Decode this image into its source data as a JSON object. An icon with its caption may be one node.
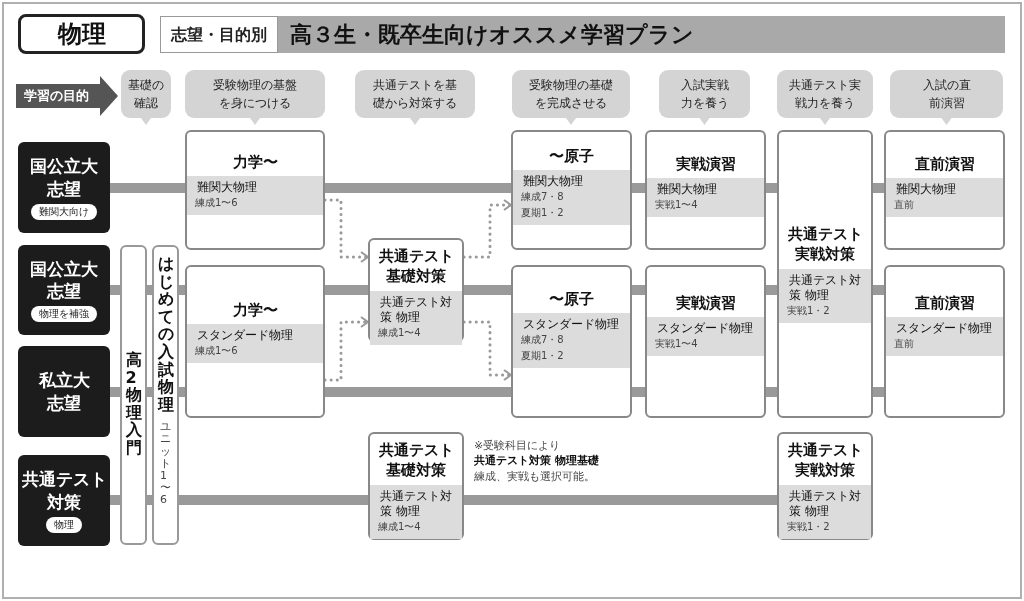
{
  "diagram": {
    "title": "高３生・既卒生向けオススメ学習プラン",
    "nodes": [
      {
        "text": [
          "物理"
        ]
      },
      {
        "text": [
          "志望・目的別"
        ]
      },
      {
        "text": [
          "学習の目的"
        ]
      },
      {
        "text": [
          "基礎の確認"
        ]
      },
      {
        "text": [
          "受験物理の基盤を身につける"
        ]
      },
      {
        "text": [
          "共通テストを基礎から対策する"
        ]
      },
      {
        "text": [
          "受験物理の基礎を完成させる"
        ]
      },
      {
        "text": [
          "入試実戦力を養う"
        ]
      },
      {
        "text": [
          "共通テスト実戦力を養う"
        ]
      },
      {
        "text": [
          "入試の直前演習"
        ]
      },
      {
        "text": [
          "国公立大志望",
          "難関大向け"
        ]
      },
      {
        "text": [
          "国公立大志望",
          "物理を補強"
        ]
      },
      {
        "text": [
          "私立大志望"
        ]
      },
      {
        "text": [
          "共通テスト対策",
          "物理"
        ]
      },
      {
        "text": [
          "高2物理入門"
        ]
      },
      {
        "text": [
          "はじめての入試物理",
          "ユニット1〜6"
        ]
      },
      {
        "text": [
          "力学〜",
          "難関大物理",
          "練成1〜6"
        ]
      },
      {
        "text": [
          "力学〜",
          "スタンダード物理",
          "練成1〜6"
        ]
      },
      {
        "text": [
          "共通テスト基礎対策",
          "共通テスト対策 物理",
          "練成1〜4"
        ]
      },
      {
        "text": [
          "〜原子",
          "難関大物理",
          "練成7・8",
          "夏期1・2"
        ]
      },
      {
        "text": [
          "〜原子",
          "スタンダード物理",
          "練成7・8",
          "夏期1・2"
        ]
      },
      {
        "text": [
          "実戦演習",
          "難関大物理",
          "実戦1〜4"
        ]
      },
      {
        "text": [
          "実戦演習",
          "スタンダード物理",
          "実戦1〜4"
        ]
      },
      {
        "text": [
          "共通テスト実戦対策",
          "共通テスト対策 物理",
          "実戦1・2"
        ]
      },
      {
        "text": [
          "直前演習",
          "難関大物理",
          "直前"
        ]
      },
      {
        "text": [
          "直前演習",
          "スタンダード物理",
          "直前"
        ]
      },
      {
        "text": [
          "共通テスト基礎対策",
          "共通テスト対策 物理",
          "練成1〜4"
        ]
      },
      {
        "text": [
          "共通テスト実戦対策",
          "共通テスト対策 物理",
          "実戦1・2"
        ]
      }
    ],
    "edges": [
      {
        "from": 10,
        "to": 16,
        "arrow": "none"
      },
      {
        "from": 16,
        "to": 19,
        "arrow": "none"
      },
      {
        "from": 19,
        "to": 21,
        "arrow": "none"
      },
      {
        "from": 21,
        "to": 23,
        "arrow": "none"
      },
      {
        "from": 23,
        "to": 24,
        "arrow": "none"
      },
      {
        "from": 11,
        "to": 14,
        "arrow": "none"
      },
      {
        "from": 14,
        "to": 15,
        "arrow": "none"
      },
      {
        "from": 15,
        "to": 17,
        "arrow": "none"
      },
      {
        "from": 17,
        "to": 18,
        "arrow": "none"
      },
      {
        "from": 18,
        "to": 20,
        "arrow": "none"
      },
      {
        "from": 20,
        "to": 22,
        "arrow": "none"
      },
      {
        "from": 22,
        "to": 23,
        "arrow": "none"
      },
      {
        "from": 23,
        "to": 25,
        "arrow": "none"
      },
      {
        "from": 12,
        "to": 14,
        "arrow": "none"
      },
      {
        "from": 14,
        "to": 15,
        "arrow": "none"
      },
      {
        "from": 15,
        "to": 17,
        "arrow": "none"
      },
      {
        "from": 17,
        "to": 20,
        "arrow": "none"
      },
      {
        "from": 20,
        "to": 22,
        "arrow": "none"
      },
      {
        "from": 22,
        "to": 23,
        "arrow": "none"
      },
      {
        "from": 23,
        "to": 25,
        "arrow": "none"
      },
      {
        "from": 13,
        "to": 14,
        "arrow": "none"
      },
      {
        "from": 14,
        "to": 15,
        "arrow": "none"
      },
      {
        "from": 15,
        "to": 26,
        "arrow": "none"
      },
      {
        "from": 26,
        "to": 27,
        "arrow": "none"
      },
      {
        "from": 16,
        "to": 18,
        "arrow": "to",
        "style": "dashed"
      },
      {
        "from": 18,
        "to": 19,
        "arrow": "to",
        "style": "dashed"
      },
      {
        "from": 17,
        "to": 18,
        "arrow": "to",
        "style": "dashed"
      },
      {
        "from": 18,
        "to": 20,
        "arrow": "to",
        "style": "dashed"
      }
    ],
    "labels": [
      "※受験科目により",
      "**共通テスト対策 物理基礎**",
      "練成、実戦も選択可能。"
    ]
  }
}
